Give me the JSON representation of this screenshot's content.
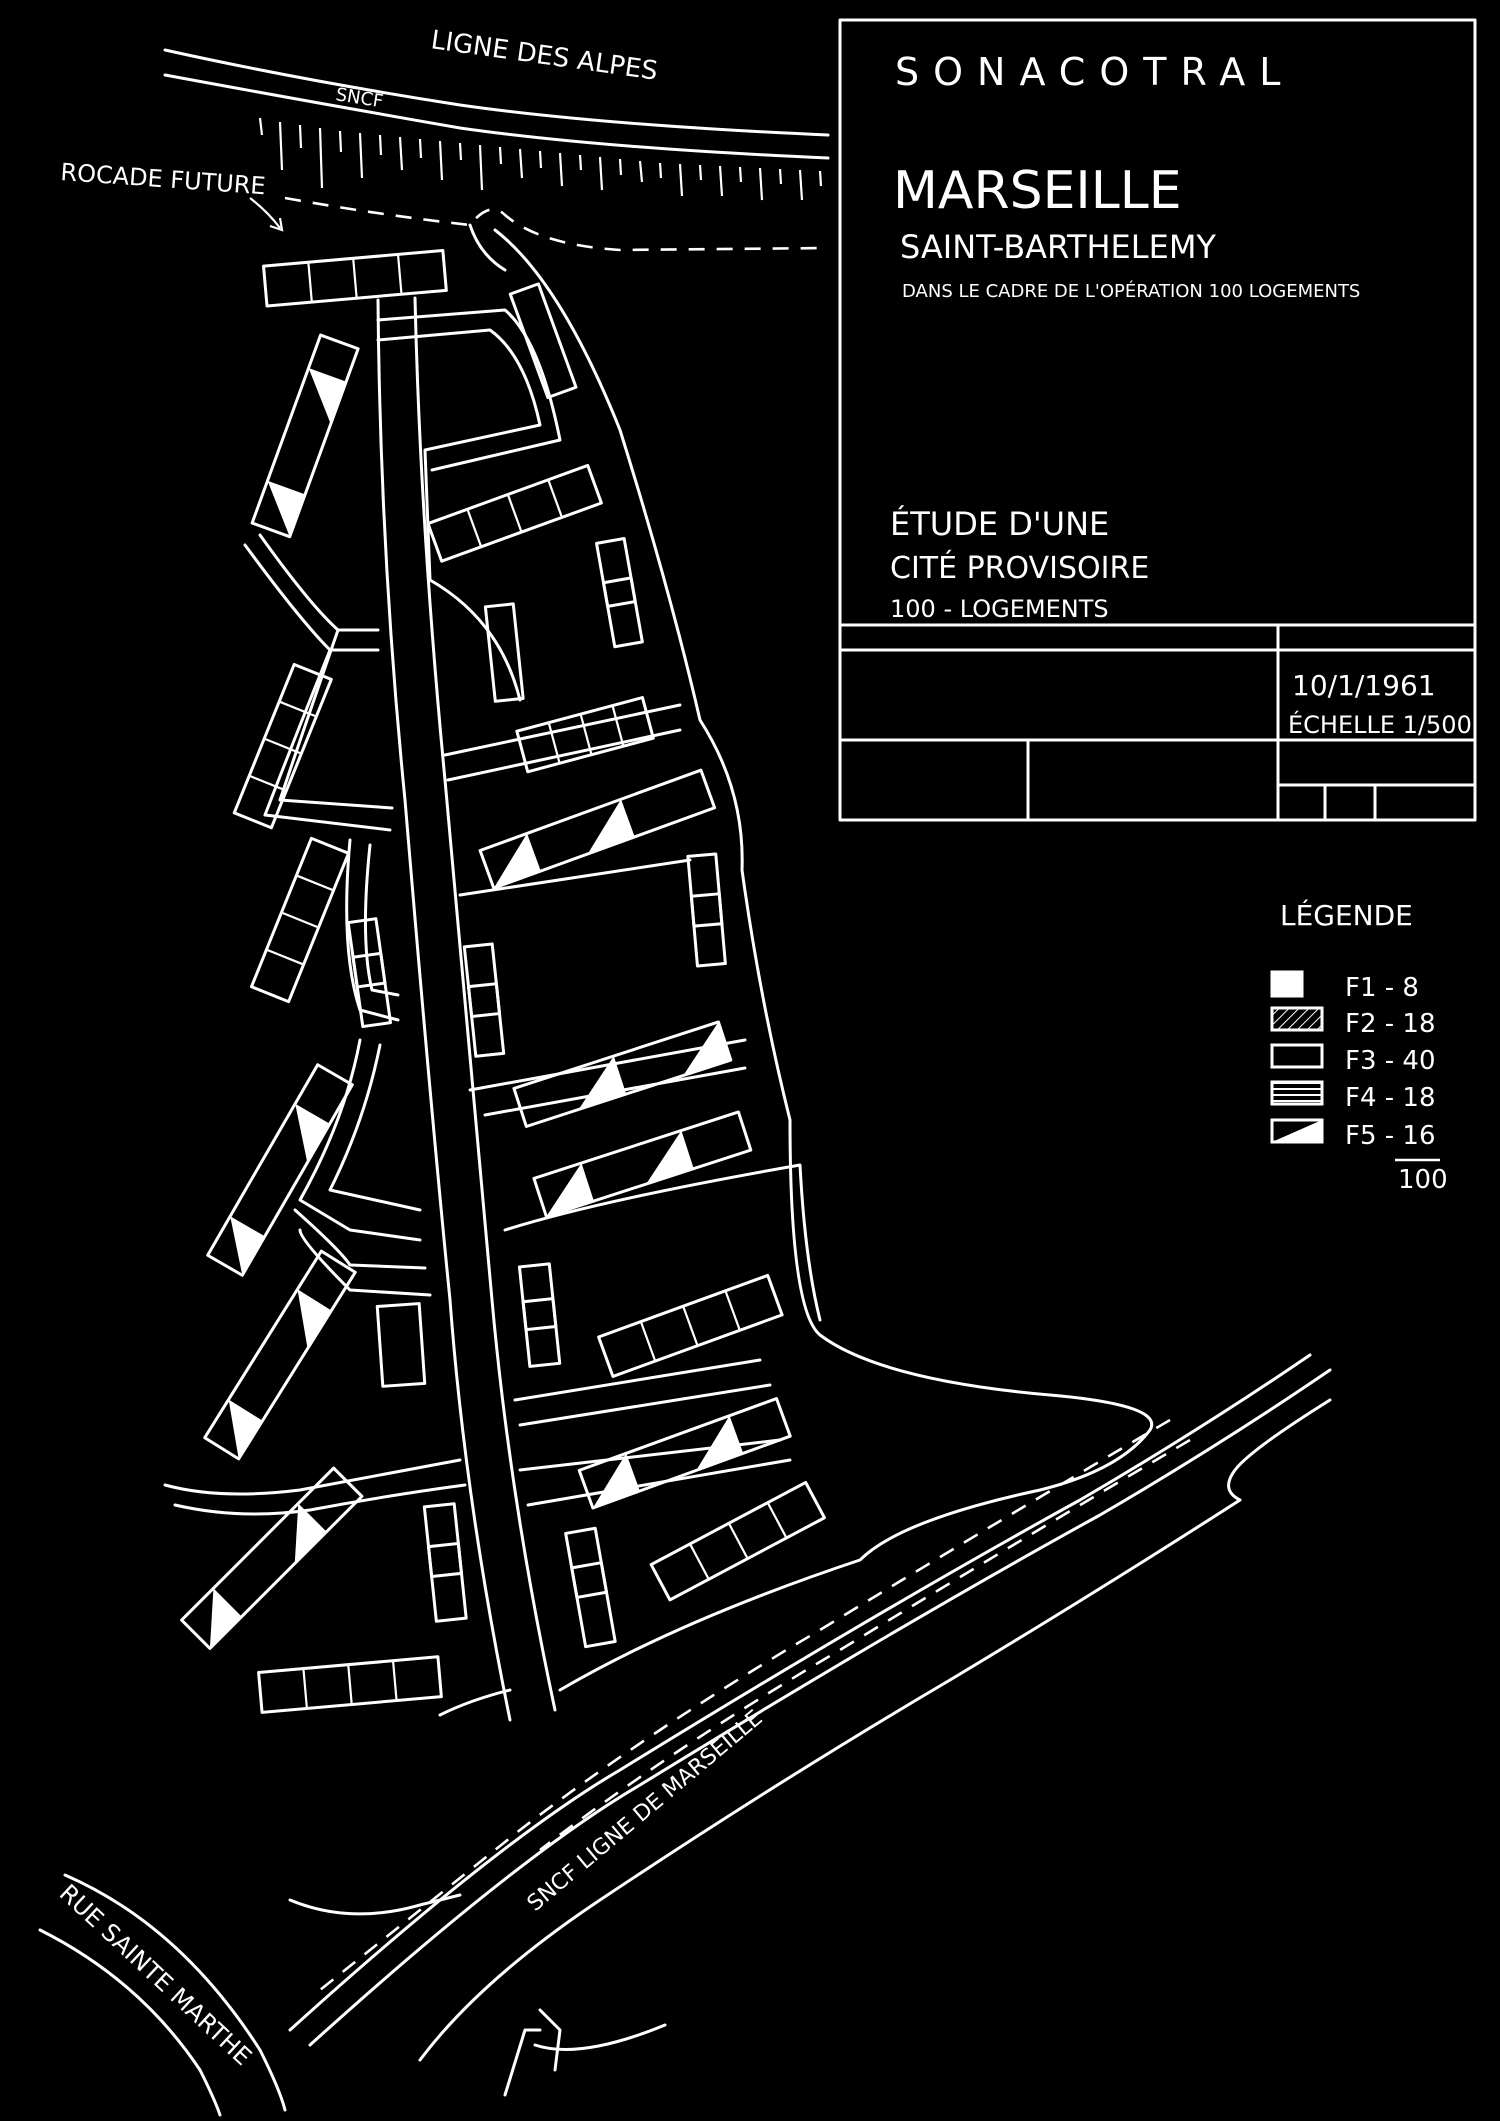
{
  "colors": {
    "background": "#000000",
    "ink": "#ffffff"
  },
  "labels": {
    "rail_top": "LIGNE DES ALPES",
    "sncf_top": "SNCF",
    "rocade": "ROCADE FUTURE",
    "rail_bottom": "SNCF LIGNE DE MARSEILLE",
    "street": "RUE SAINTE MARTHE"
  },
  "title_block": {
    "org": "SONACOTRAL",
    "city": "MARSEILLE",
    "district": "SAINT-BARTHELEMY",
    "context": "DANS LE CADRE DE L'OPÉRATION 100 LOGEMENTS",
    "study_1": "ÉTUDE D'UNE",
    "study_2": "CITÉ PROVISOIRE",
    "study_3": "100 - LOGEMENTS",
    "date": "10/1/1961",
    "scale": "ÉCHELLE 1/500"
  },
  "legend": {
    "title": "LÉGENDE",
    "items": [
      {
        "label": "F1 - 8",
        "pattern": "solid"
      },
      {
        "label": "F2 - 18",
        "pattern": "diagonal"
      },
      {
        "label": "F3 - 40",
        "pattern": "empty"
      },
      {
        "label": "F4 - 18",
        "pattern": "horizontal"
      },
      {
        "label": "F5 - 16",
        "pattern": "triangle"
      }
    ],
    "total": "100"
  }
}
